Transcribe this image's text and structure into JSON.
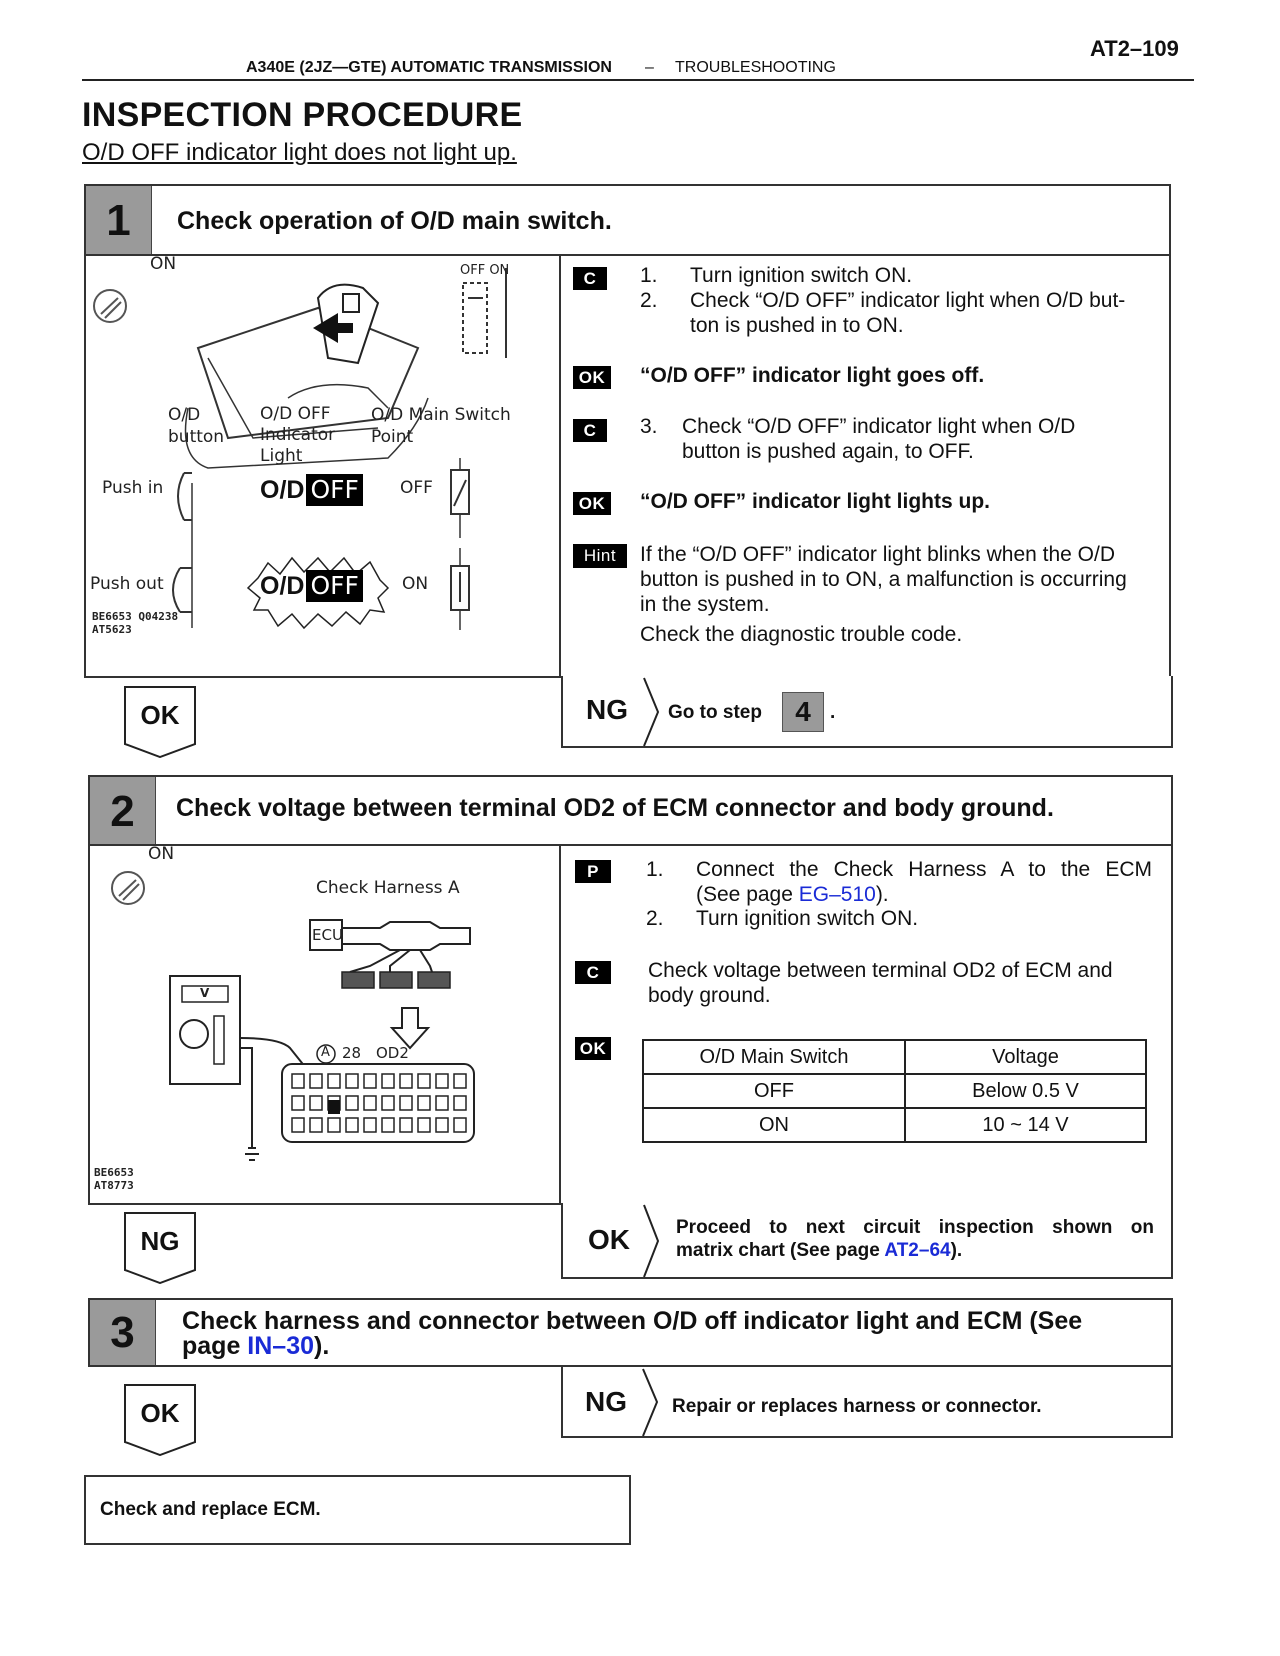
{
  "header": {
    "page_number": "AT2–109",
    "section": "A340E (2JZ—GTE) AUTOMATIC TRANSMISSION",
    "separator": "–",
    "subsection": "TROUBLESHOOTING"
  },
  "title": "INSPECTION PROCEDURE",
  "subtitle": "O/D OFF indicator light does not light up.",
  "step1": {
    "number": "1",
    "title": "Check operation of O/D main switch.",
    "figure": {
      "on_label": "ON",
      "off_on_label": "OFF ON",
      "col_button": [
        "O/D",
        "button"
      ],
      "col_light": [
        "O/D OFF",
        "Indicator",
        "Light"
      ],
      "col_switch": [
        "O/D Main Switch",
        "Point"
      ],
      "row_push_in": "Push in",
      "row_push_out": "Push out",
      "od_text": "O/D",
      "off_text": "OFF",
      "point_off": "OFF",
      "point_on": "ON",
      "codes": [
        "BE6653 Q04238",
        "AT5623"
      ]
    },
    "tags": {
      "c": "C",
      "ok": "OK",
      "hint": "Hint"
    },
    "item1_num": "1.",
    "item1": "Turn ignition switch ON.",
    "item2_num": "2.",
    "item2_a": "Check “O/D OFF” indicator light when O/D but-",
    "item2_b": "ton is pushed in to ON.",
    "ok1": "“O/D OFF” indicator light goes off.",
    "item3_num": "3.",
    "item3_a": "Check “O/D OFF” indicator light when O/D",
    "item3_b": "button is pushed again, to OFF.",
    "ok2": "“O/D OFF” indicator light lights up.",
    "hint_a": "If the “O/D OFF” indicator light blinks when the O/D",
    "hint_b": "button is pushed in to ON, a malfunction is occurring",
    "hint_c": "in the system.",
    "hint_d": "Check the diagnostic trouble code.",
    "left_result": "OK",
    "right_result": "NG",
    "right_text": "Go to step",
    "goto_step": "4",
    "goto_period": "."
  },
  "step2": {
    "number": "2",
    "title": "Check voltage between terminal OD2 of ECM connector and body ground.",
    "figure": {
      "on_label": "ON",
      "harness_label": "Check Harness A",
      "ecu_label": "ECU",
      "meter_label": "V",
      "connector_label": "A",
      "pin_label": "28",
      "terminal_label": "OD2",
      "codes": [
        "BE6653",
        "AT8773"
      ]
    },
    "tags": {
      "p": "P",
      "c": "C",
      "ok": "OK"
    },
    "item1_num": "1.",
    "item1_a": "Connect the Check Harness A to the ECM",
    "item1_b_pre": "(See page ",
    "item1_b_link": "EG–510",
    "item1_b_post": ").",
    "item2_num": "2.",
    "item2": "Turn ignition switch ON.",
    "check_a": "Check voltage between terminal OD2 of ECM and",
    "check_b": "body ground.",
    "table": {
      "headers": [
        "O/D Main Switch",
        "Voltage"
      ],
      "rows": [
        [
          "OFF",
          "Below 0.5 V"
        ],
        [
          "ON",
          "10 ~ 14 V"
        ]
      ]
    },
    "left_result": "NG",
    "right_result": "OK",
    "right_text_a": "Proceed to next circuit inspection shown on",
    "right_text_b_pre": "matrix chart (See page ",
    "right_text_b_link": "AT2–64",
    "right_text_b_post": ")."
  },
  "step3": {
    "number": "3",
    "title_a": "Check harness and connector between O/D off indicator light and ECM (See",
    "title_b_pre": "page ",
    "title_b_link": "IN–30",
    "title_b_post": ").",
    "left_result": "OK",
    "right_result": "NG",
    "right_text": "Repair or replaces harness or connector."
  },
  "final_box": "Check and replace ECM."
}
